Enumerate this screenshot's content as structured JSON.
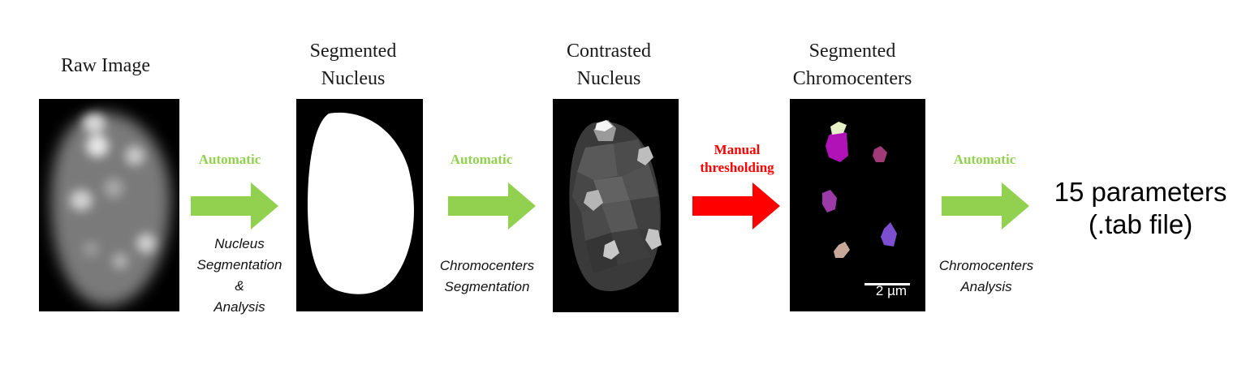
{
  "stages": [
    {
      "title": "Raw Image"
    },
    {
      "title": "Segmented\nNucleus"
    },
    {
      "title": "Contrasted\nNucleus"
    },
    {
      "title": "Segmented\nChromocenters"
    }
  ],
  "steps": [
    {
      "mode": "Automatic",
      "caption": "Nucleus\nSegmentation\n&\nAnalysis",
      "color": "#92d050"
    },
    {
      "mode": "Automatic",
      "caption": "Chromocenters\nSegmentation",
      "color": "#92d050"
    },
    {
      "mode": "Manual\nthresholding",
      "caption": "",
      "color": "#ff0000"
    },
    {
      "mode": "Automatic",
      "caption": "Chromocenters\nAnalysis",
      "color": "#92d050"
    }
  ],
  "scale_bar": {
    "label": "2 µm"
  },
  "output": {
    "text": "15 parameters\n(.tab file)"
  }
}
